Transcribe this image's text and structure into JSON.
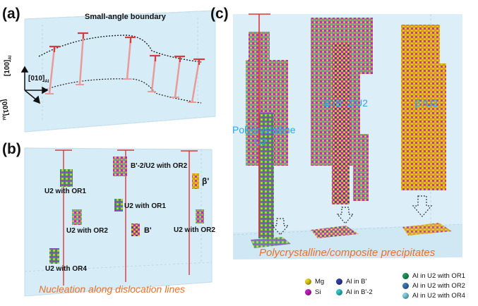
{
  "panel_a": {
    "letter": "(a)",
    "boundary_label": "Small-angle boundary",
    "axis_100": "[100]",
    "axis_010": "[010]",
    "axis_001": "[001]",
    "axis_sub": "Al"
  },
  "panel_b": {
    "letter": "(b)",
    "labels": [
      "U2 with OR1",
      "U2 with OR2",
      "U2 with OR4",
      "B'-2/U2 with OR2",
      "U2 with OR1",
      "B'",
      "β'",
      "U2 with OR2"
    ],
    "caption": "Nucleation along dislocation lines"
  },
  "panel_c": {
    "letter": "(c)",
    "phase_poly": [
      "Polycrystalline",
      "U2"
    ],
    "phase_mid": "B'/B'-2/U2",
    "phase_right": "β'/U2",
    "caption": "Polycrystalline/composite precipitates"
  },
  "legend": [
    {
      "label": "Mg",
      "color": "#e6d21a"
    },
    {
      "label": "Si",
      "color": "#c41fc4"
    },
    {
      "label": "Al in B'",
      "color": "#3340a8"
    },
    {
      "label": "Al in B'-2",
      "color": "#2fc8c8"
    },
    {
      "label": "Al in U2 with OR1",
      "color": "#1e9a5a"
    },
    {
      "label": "Al in U2 with OR2",
      "color": "#3a78b8"
    },
    {
      "label": "Al in U2 with OR4",
      "color": "#7fd0e6"
    }
  ],
  "colors": {
    "caption": "#e8712a",
    "phase_label": "#2aa7e8",
    "dislocation": "#d93a3a",
    "box": "#d6ecf7"
  }
}
